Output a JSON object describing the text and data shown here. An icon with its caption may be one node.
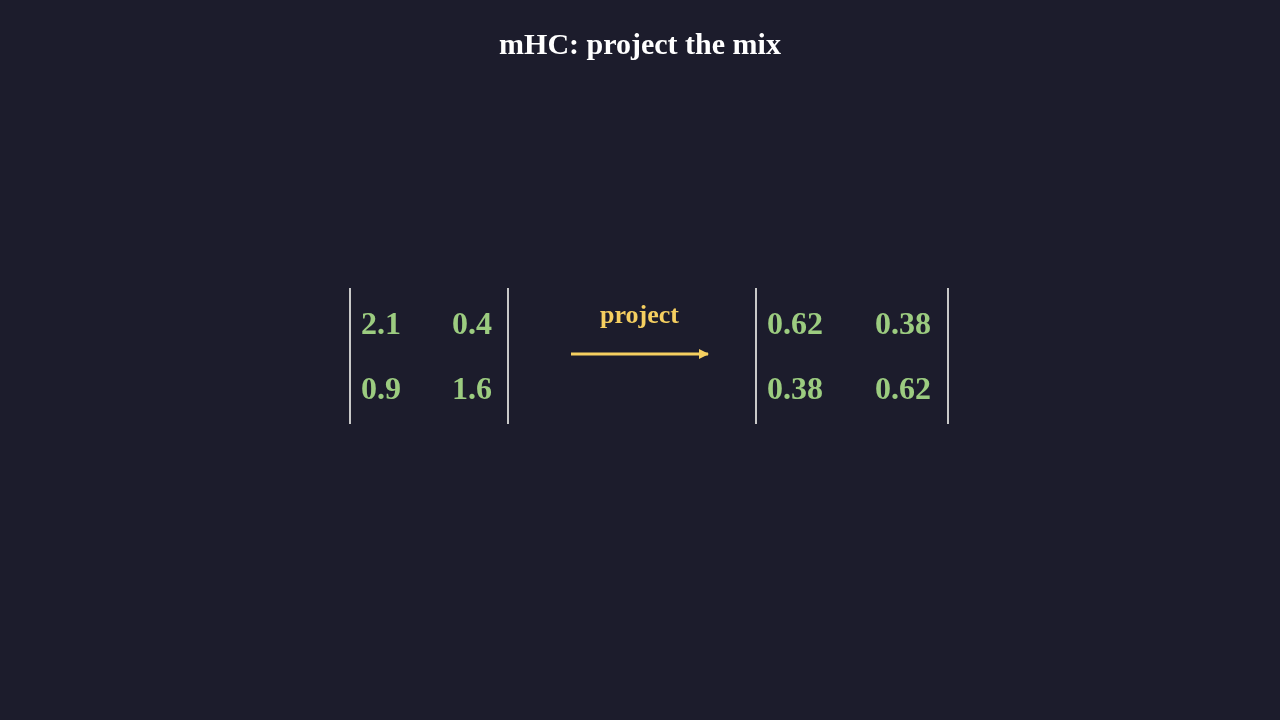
{
  "diagram": {
    "title": "mHC: project the mix",
    "nodes": [
      {
        "text": [
          "2.1",
          "0.4",
          "0.9",
          "1.6"
        ]
      },
      {
        "text": [
          "0.62",
          "0.38",
          "0.38",
          "0.62"
        ]
      }
    ],
    "edges": [
      {
        "from": 0,
        "to": 1,
        "arrow": "to",
        "label": "project"
      }
    ]
  }
}
